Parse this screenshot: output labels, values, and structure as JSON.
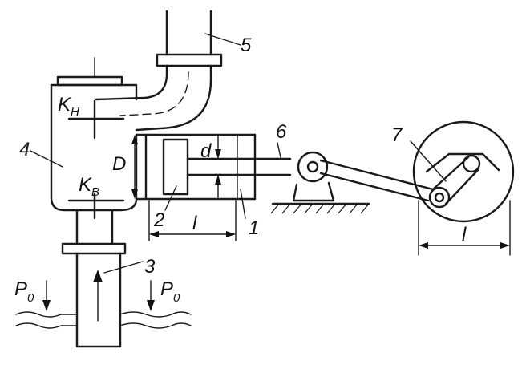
{
  "labels": {
    "part1": "1",
    "part2": "2",
    "part3": "3",
    "part4": "4",
    "part5": "5",
    "part6": "6",
    "part7": "7"
  },
  "symbols": {
    "valve_upper": "K",
    "valve_upper_sub": "Н",
    "valve_lower": "K",
    "valve_lower_sub": "В",
    "diameter_D": "D",
    "diameter_d": "d",
    "stroke_l_pump": "l",
    "stroke_l_crank": "l",
    "pressure_left": "P",
    "pressure_left_sub": "0",
    "pressure_right": "P",
    "pressure_right_sub": "0"
  },
  "colors": {
    "ink": "#1a1a1a",
    "paper": "#ffffff"
  }
}
